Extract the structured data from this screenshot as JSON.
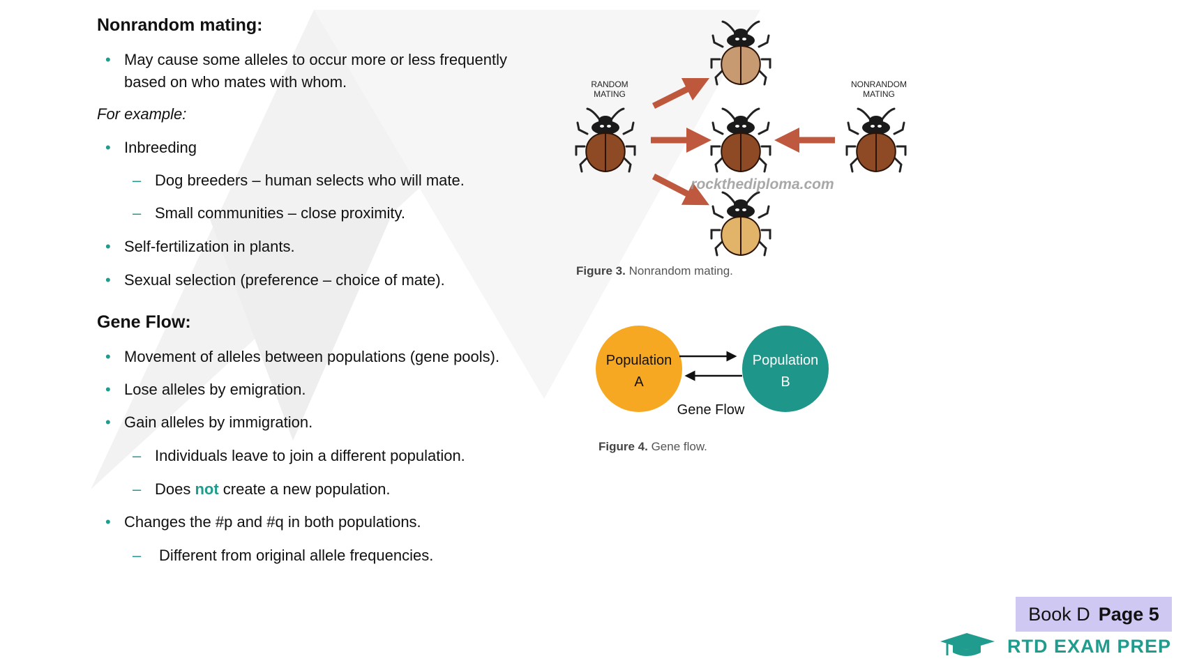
{
  "nonrandom": {
    "heading": "Nonrandom mating:",
    "bullet1_line1": "May cause some alleles to occur more or less frequently",
    "bullet1_line2": "based on who mates with whom.",
    "example_label": "For example:",
    "bullet2": "Inbreeding",
    "sub1": "Dog breeders – human selects who will mate.",
    "sub2": "Small communities – close proximity.",
    "bullet3": "Self-fertilization in plants.",
    "bullet4": "Sexual selection (preference – choice of mate)."
  },
  "geneflow": {
    "heading": "Gene Flow:",
    "bullet1": "Movement of alleles between populations (gene pools).",
    "bullet2": "Lose alleles by emigration.",
    "bullet3": "Gain alleles by immigration.",
    "sub1": "Individuals leave to join a different population.",
    "sub2_pre": "Does ",
    "sub2_emph": "not",
    "sub2_post": " create a new population.",
    "bullet4": "Changes the #p and #q in both populations.",
    "sub3": "Different from original allele frequencies."
  },
  "figure3": {
    "random_label_1": "RANDOM",
    "random_label_2": "MATING",
    "nonrandom_label_1": "NONRANDOM",
    "nonrandom_label_2": "MATING",
    "watermark": "rockthediploma.com",
    "caption_num": "Figure 3.",
    "caption_text": " Nonrandom mating."
  },
  "figure4": {
    "pop_a_line1": "Population",
    "pop_a_line2": "A",
    "pop_b_line1": "Population",
    "pop_b_line2": "B",
    "flow_label": "Gene Flow",
    "caption_num": "Figure 4.",
    "caption_text": " Gene flow."
  },
  "footer": {
    "book": "Book D",
    "page": "Page 5",
    "brand": "RTD EXAM PREP"
  },
  "colors": {
    "accent": "#1f9c8e",
    "pop_a": "#f7a823",
    "pop_b": "#1e968a",
    "arrow": "#b8472a",
    "badge": "#cfc8f3"
  },
  "icons": [
    "beetle-icon",
    "arrow-icon",
    "graduation-cap-icon"
  ]
}
